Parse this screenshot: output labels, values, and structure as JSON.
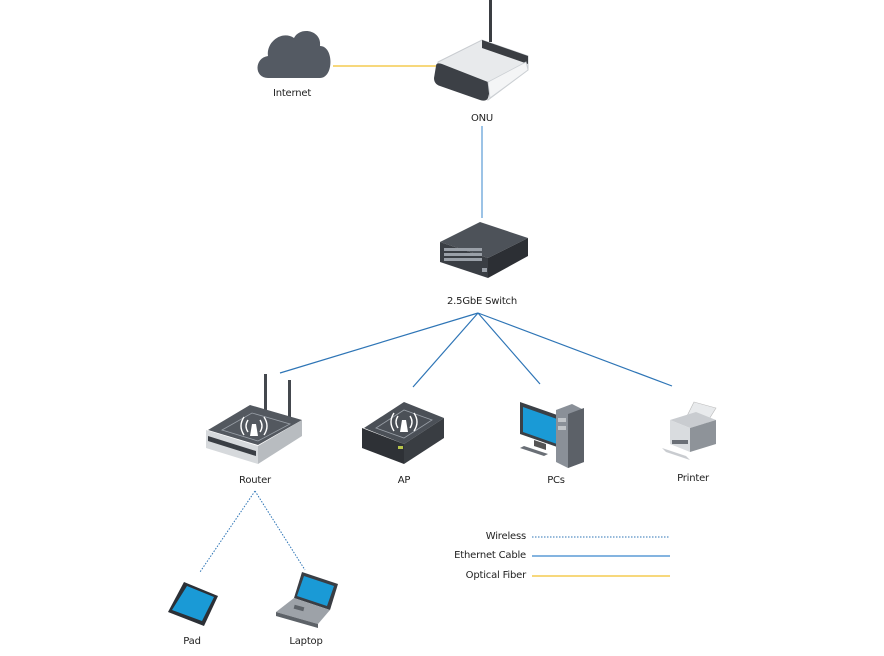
{
  "title": "Home network topology",
  "nodes": {
    "internet": {
      "label": "Internet",
      "icon": "cloud-icon"
    },
    "onu": {
      "label": "ONU",
      "icon": "onu-device-icon"
    },
    "switch": {
      "label": "2.5GbE Switch",
      "icon": "network-switch-icon"
    },
    "router": {
      "label": "Router",
      "icon": "wireless-router-icon"
    },
    "ap": {
      "label": "AP",
      "icon": "access-point-icon"
    },
    "pcs": {
      "label": "PCs",
      "icon": "desktop-pc-icon"
    },
    "printer": {
      "label": "Printer",
      "icon": "printer-icon"
    },
    "pad": {
      "label": "Pad",
      "icon": "tablet-icon"
    },
    "laptop": {
      "label": "Laptop",
      "icon": "laptop-icon"
    }
  },
  "links": [
    {
      "from": "internet",
      "to": "onu",
      "type": "Optical Fiber"
    },
    {
      "from": "onu",
      "to": "switch",
      "type": "Ethernet Cable"
    },
    {
      "from": "switch",
      "to": "router",
      "type": "Ethernet Cable"
    },
    {
      "from": "switch",
      "to": "ap",
      "type": "Ethernet Cable"
    },
    {
      "from": "switch",
      "to": "pcs",
      "type": "Ethernet Cable"
    },
    {
      "from": "switch",
      "to": "printer",
      "type": "Ethernet Cable"
    },
    {
      "from": "router",
      "to": "pad",
      "type": "Wireless"
    },
    {
      "from": "router",
      "to": "laptop",
      "type": "Wireless"
    }
  ],
  "legend": [
    {
      "label": "Wireless",
      "style": "dotted",
      "color": "#2e75b6"
    },
    {
      "label": "Ethernet Cable",
      "style": "solid",
      "color": "#5b9bd5"
    },
    {
      "label": "Optical Fiber",
      "style": "solid",
      "color": "#ffc000"
    }
  ],
  "colors": {
    "ethernet": "#2e75b6",
    "fiber": "#f2c12e",
    "wireless": "#2e75b6",
    "device_dark": "#4a4f55",
    "screen_blue": "#1a9ad6"
  }
}
